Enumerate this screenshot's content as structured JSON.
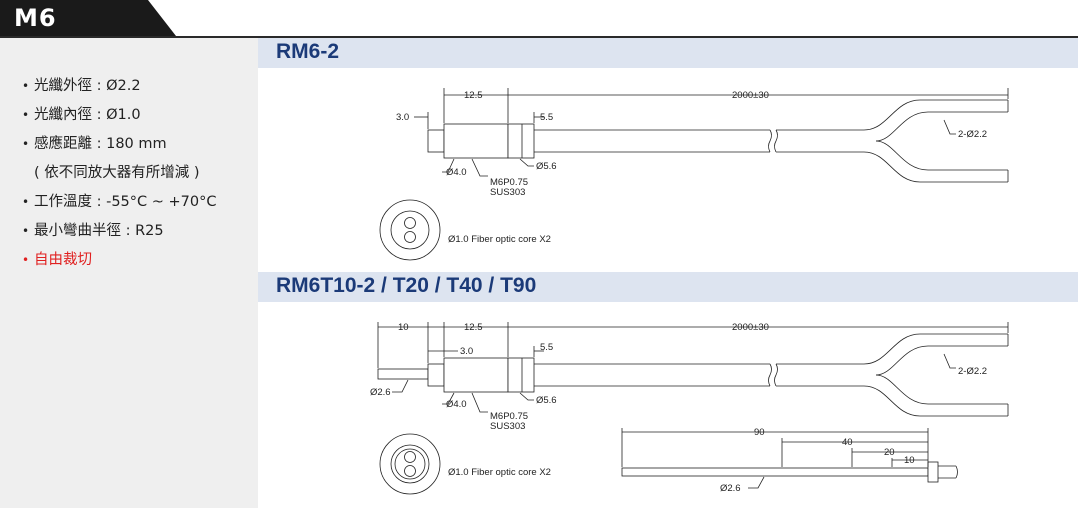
{
  "tab": {
    "label": "M6"
  },
  "specs": [
    {
      "text": "光纖外徑 : Ø2.2",
      "bullet": "•"
    },
    {
      "text": "光纖內徑 : Ø1.0",
      "bullet": "•"
    },
    {
      "text": "感應距離 : 180 mm",
      "bullet": "•"
    },
    {
      "text": "( 依不同放大器有所增減 )",
      "bullet": ""
    },
    {
      "text": "工作溫度 : -55°C ~ +70°C",
      "bullet": "•"
    },
    {
      "text": "最小彎曲半徑 : R25",
      "bullet": "•"
    },
    {
      "text": "自由裁切",
      "bullet": "•",
      "color": "#e02020"
    }
  ],
  "section1": {
    "title": "RM6-2",
    "labels": {
      "d30": "3.0",
      "d125": "12.5",
      "d55": "5.5",
      "d2000": "2000±30",
      "dia40": "Ø4.0",
      "dia56": "Ø5.6",
      "thread": "M6P0.75",
      "material": "SUS303",
      "fiber": "2-Ø2.2",
      "core": "Ø1.0 Fiber optic core X2"
    }
  },
  "section2": {
    "title": "RM6T10-2 / T20 / T40 / T90",
    "labels": {
      "d10": "10",
      "d125": "12.5",
      "d30": "3.0",
      "d55": "5.5",
      "d2000": "2000±30",
      "dia26": "Ø2.6",
      "dia40": "Ø4.0",
      "dia56": "Ø5.6",
      "thread": "M6P0.75",
      "material": "SUS303",
      "fiber": "2-Ø2.2",
      "core": "Ø1.0 Fiber optic core X2",
      "t90": "90",
      "t40": "40",
      "t20": "20",
      "t10": "10",
      "tdia": "Ø2.6"
    }
  },
  "colors": {
    "tab": "#1a1a1a",
    "section_bar": "#dde4f0",
    "section_title": "#1b3a78",
    "highlight": "#e02020"
  }
}
